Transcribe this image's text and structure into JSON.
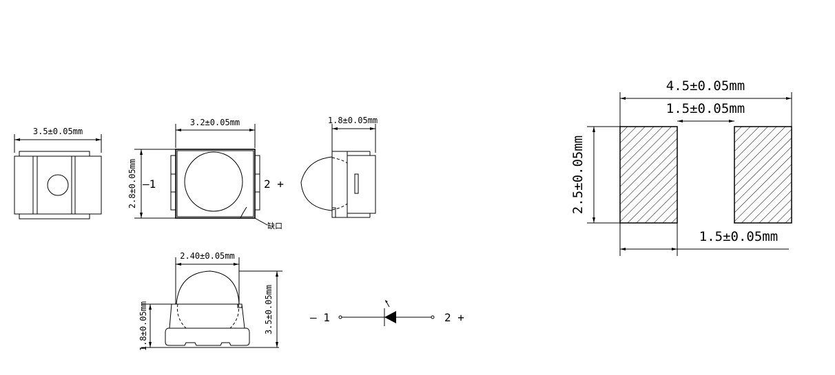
{
  "led_package": {
    "bottom_view": {
      "width_label": "3.5±0.05mm"
    },
    "top_view": {
      "width_label": "3.2±0.05mm",
      "height_label": "2.8±0.05mm",
      "pin1_label": "—1",
      "pin2_label": "2 +",
      "notch_label": "缺口"
    },
    "side_view": {
      "depth_label": "1.8±0.05mm"
    },
    "front_view": {
      "lens_width_label": "2.40±0.05mm",
      "base_height_label": "1.8±0.05mm",
      "total_height_label": "3.5±0.05mm"
    },
    "schematic": {
      "cathode_label": "— 1",
      "anode_label": "2 +"
    }
  },
  "footprint": {
    "total_width_label": "4.5±0.05mm",
    "gap_label": "1.5±0.05mm",
    "height_label": "2.5±0.05mm",
    "pad_width_label": "1.5±0.05mm"
  }
}
